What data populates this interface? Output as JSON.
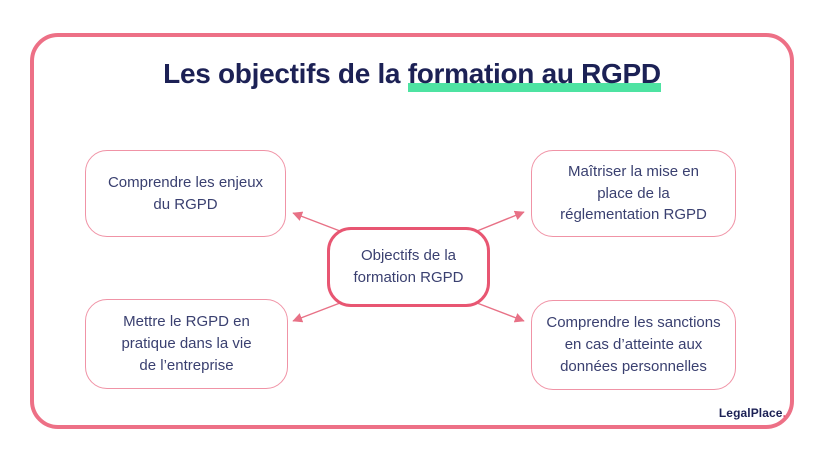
{
  "title": {
    "prefix": "Les objectifs de la ",
    "highlight": "formation au RGPD"
  },
  "diagram": {
    "center": {
      "label": "Objectifs de la formation RGPD",
      "lines": [
        "Objectifs de la",
        "formation RGPD"
      ]
    },
    "nodes": [
      {
        "id": "comprendre-enjeux",
        "label": "Comprendre les enjeux du RGPD",
        "lines": [
          "Comprendre les enjeux",
          "du RGPD"
        ]
      },
      {
        "id": "maitriser-mise-en-place",
        "label": "Maîtriser la mise en place de la réglementation RGPD",
        "lines": [
          "Maîtriser la mise en",
          "place de la",
          "réglementation RGPD"
        ]
      },
      {
        "id": "mettre-en-pratique",
        "label": "Mettre le RGPD en pratique dans la vie de l’entreprise",
        "lines": [
          "Mettre le RGPD en",
          "pratique dans la vie",
          "de l’entreprise"
        ]
      },
      {
        "id": "comprendre-sanctions",
        "label": "Comprendre les sanctions en cas d’atteinte aux données personnelles",
        "lines": [
          "Comprendre les sanctions",
          "en cas d’atteinte aux",
          "données personnelles"
        ]
      }
    ]
  },
  "logo": {
    "name": "LegalPlace",
    "dot": "."
  },
  "colors": {
    "frame_border": "#ed7086",
    "node_border": "#f093a6",
    "center_border": "#e85672",
    "arrow": "#e87186",
    "title_text": "#1c2155",
    "node_text": "#3a4070",
    "highlight": "#4ee3a2",
    "logo_text": "#1c2155"
  }
}
